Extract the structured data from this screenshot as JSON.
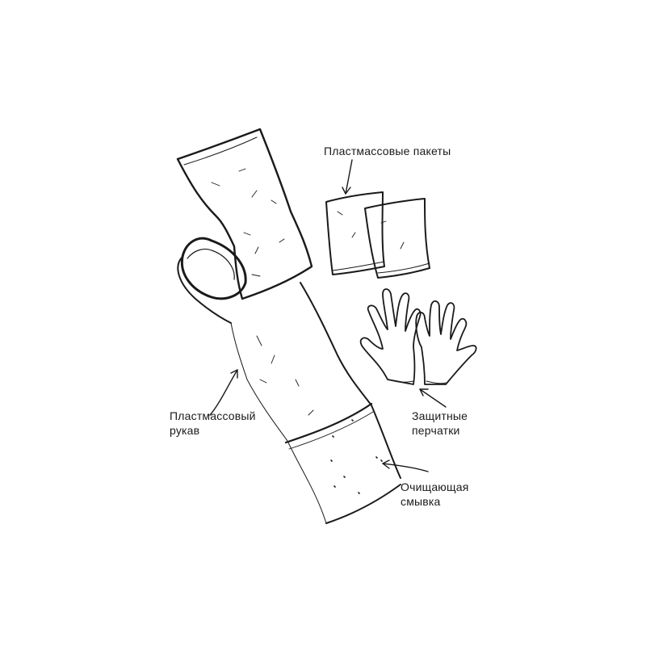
{
  "labels": {
    "plastic_bags": {
      "line1": "Пластмассовые  пакеты"
    },
    "plastic_sleeve": {
      "line1": "Пластмассовый",
      "line2": "рукав"
    },
    "protective_gloves": {
      "line1": "Защитные",
      "line2": "перчатки"
    },
    "cleansing_wash": {
      "line1": "Очищающая",
      "line2": "смывка"
    }
  },
  "icons": {
    "sleeve": "plastic-sleeve-icon",
    "bags": "plastic-bag-icon",
    "gloves": "glove-icon"
  },
  "colors": {
    "line": "#1a1a1a",
    "background": "#ffffff"
  }
}
